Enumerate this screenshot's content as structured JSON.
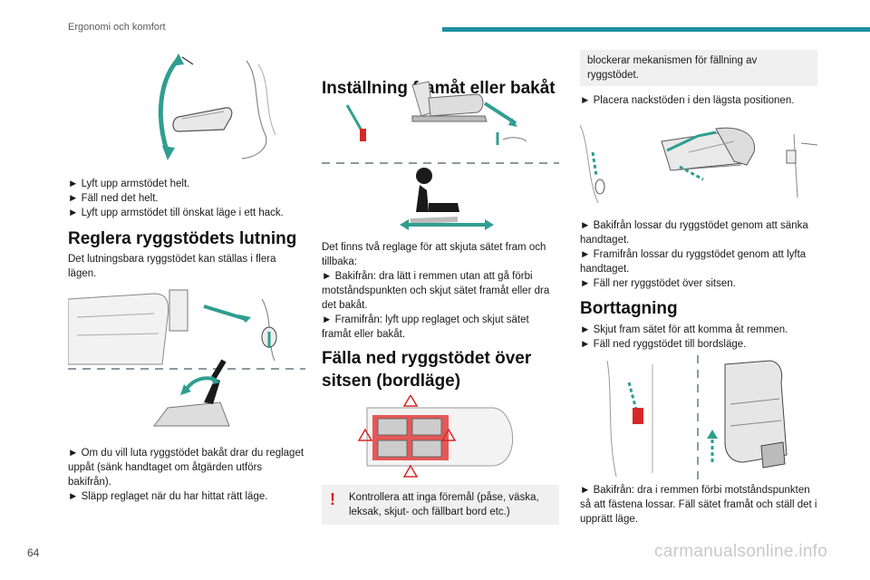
{
  "header": {
    "section": "Ergonomi och komfort",
    "accent_color": "#1d8fa0"
  },
  "page_number": "64",
  "watermark": "carmanualsonline.info",
  "col1": {
    "armrest_steps": [
      "► Lyft upp armstödet helt.",
      "► Fäll ned det helt.",
      "► Lyft upp armstödet till önskat läge i ett hack."
    ],
    "heading": "Reglera ryggstödets lutning",
    "intro": "Det lutningsbara ryggstödet kan ställas i flera lägen.",
    "step1": "► Om du vill luta ryggstödet bakåt drar du reglaget uppåt (sänk handtaget om åtgärden utförs bakifrån).",
    "step2": "► Släpp reglaget när du har hittat rätt läge."
  },
  "col2": {
    "heading": "Inställning framåt eller bakåt",
    "body": "Det finns två reglage för att skjuta sätet fram och tillbaka:",
    "rear": "► Bakifrån: dra lätt i remmen utan att gå förbi motståndspunkten och skjut sätet framåt eller dra det bakåt.",
    "front": "► Framifrån: lyft upp reglaget och skjut sätet framåt eller bakåt.",
    "heading2": "Fälla ned ryggstödet över sitsen (bordläge)",
    "warning": "Kontrollera att inga föremål (påse, väska, leksak, skjut- och fällbart bord etc.)"
  },
  "col3": {
    "warning_cont": "blockerar mekanismen för fällning av ryggstödet.",
    "headrest": "► Placera nackstöden i den lägsta positionen.",
    "rear_release": "► Bakifrån lossar du ryggstödet genom att sänka handtaget.",
    "front_release": "► Framifrån lossar du ryggstödet genom att lyfta handtaget.",
    "fold": "► Fäll ner ryggstödet över sitsen.",
    "heading": "Borttagning",
    "slide": "► Skjut fram sätet för att komma åt remmen.",
    "table": "► Fäll ned ryggstödet till bordsläge.",
    "final": "► Bakifrån: dra i remmen förbi motståndspunkten så att fästena lossar. Fäll sätet framåt och ställ det i upprätt läge."
  },
  "icons": {
    "warning": "warning-exclamation-icon"
  }
}
